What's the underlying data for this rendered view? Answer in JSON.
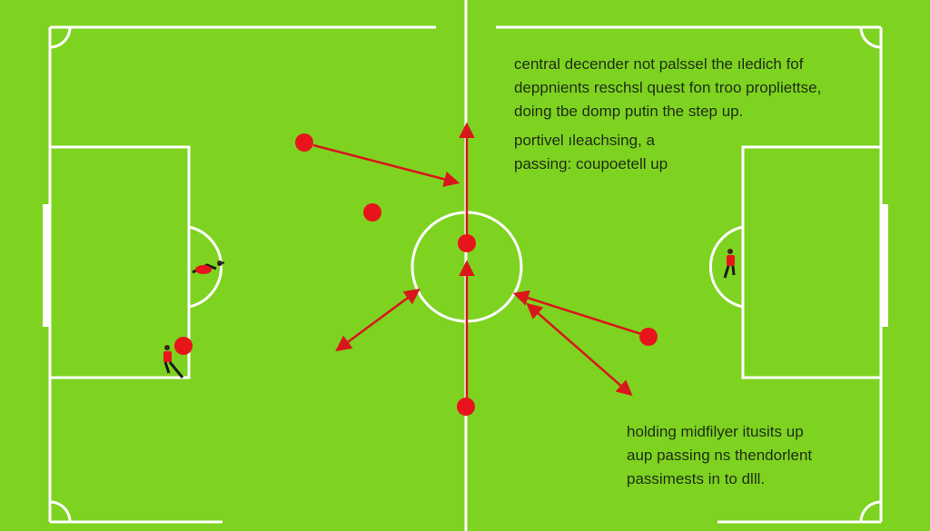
{
  "colors": {
    "pitch": "#7ed321",
    "lines": "#ffffff",
    "marker": "#e8141b",
    "arrow": "#d9161a",
    "text": "#1f2d14"
  },
  "notes": {
    "top": [
      "central decender not palssel the ıledich fof",
      "deppnients reschsl quest fon troo propliettse,",
      "doing tbe domp putin the step up."
    ],
    "middle": [
      "portivel ıleachsing, a",
      "passing: coupoetell up"
    ],
    "bottom": [
      "holding midfilyer itusits up",
      "aup passing ns thendorlent",
      "passimests in to dlll."
    ]
  },
  "markers": [
    {
      "name": "marker-upper-left"
    },
    {
      "name": "marker-left"
    },
    {
      "name": "marker-center"
    },
    {
      "name": "marker-bottom-center"
    },
    {
      "name": "marker-right"
    },
    {
      "name": "marker-left-box"
    }
  ],
  "arrows": [
    {
      "name": "arrow-to-center-top"
    },
    {
      "name": "arrow-vertical-up"
    },
    {
      "name": "arrow-lower-up"
    },
    {
      "name": "arrow-to-lower-left"
    },
    {
      "name": "arrow-right-to-circle"
    },
    {
      "name": "arrow-to-lower-right"
    }
  ]
}
